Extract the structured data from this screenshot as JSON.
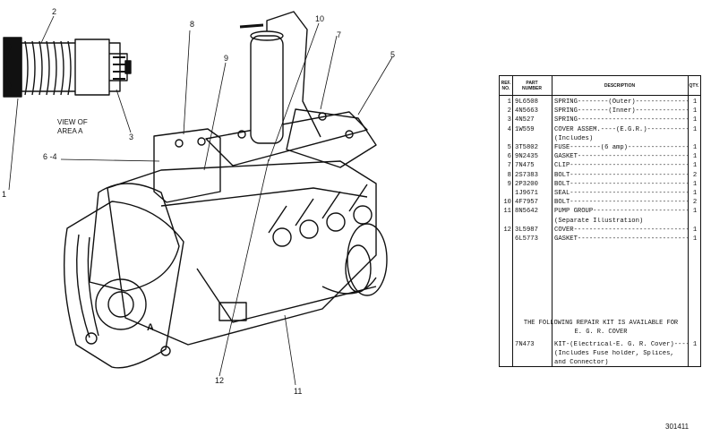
{
  "illustration": {
    "area_caption_line1": "VIEW OF",
    "area_caption_line2": "AREA  A",
    "area_letter": "A",
    "callouts": [
      "1",
      "2",
      "3",
      "6 -4",
      "8",
      "9",
      "10",
      "7",
      "5",
      "12",
      "11"
    ]
  },
  "table": {
    "headers": {
      "ref": "REF.\nNO.",
      "part": "PART\nNUMBER",
      "desc": "DESCRIPTION",
      "qty": "QTY."
    },
    "rows": [
      {
        "ref": "1",
        "part": "9L6508",
        "desc": "SPRING--------(Outer)------------------",
        "qty": "1"
      },
      {
        "ref": "2",
        "part": "4N5663",
        "desc": "SPRING--------(Inner)------------------",
        "qty": "1"
      },
      {
        "ref": "3",
        "part": "4N527",
        "desc": "SPRING---------------------------------",
        "qty": "1"
      },
      {
        "ref": "4",
        "part": "1W559",
        "desc": "COVER ASSEM.----(E.G.R.)--------------",
        "qty": "1"
      },
      {
        "ref": "",
        "part": "",
        "desc": "   (Includes)",
        "qty": ""
      },
      {
        "ref": "5",
        "part": "3T5802",
        "desc": "   FUSE--------(6 amp)----------------",
        "qty": "1"
      },
      {
        "ref": "6",
        "part": "9N2435",
        "desc": "GASKET---------------------------------",
        "qty": "1"
      },
      {
        "ref": "7",
        "part": "7N475",
        "desc": "CLIP-----------------------------------",
        "qty": "1"
      },
      {
        "ref": "8",
        "part": "2S7383",
        "desc": "BOLT-----------------------------------",
        "qty": "2"
      },
      {
        "ref": "9",
        "part": "2P3200",
        "desc": "BOLT-----------------------------------",
        "qty": "1"
      },
      {
        "ref": "",
        "part": "1J9671",
        "desc": "SEAL-----------------------------------",
        "qty": "1"
      },
      {
        "ref": "10",
        "part": "4F7957",
        "desc": "BOLT-----------------------------------",
        "qty": "2"
      },
      {
        "ref": "11",
        "part": "8N5642",
        "desc": "PUMP GROUP------------------------------",
        "qty": "1"
      },
      {
        "ref": "",
        "part": "",
        "desc": "   (Separate Illustration)",
        "qty": ""
      },
      {
        "ref": "12",
        "part": "3L5987",
        "desc": "COVER----------------------------------",
        "qty": "1"
      },
      {
        "ref": "",
        "part": "6L5773",
        "desc": "GASKET---------------------------------",
        "qty": "1"
      }
    ],
    "kit_title_line1": "THE FOLLOWING REPAIR KIT IS AVAILABLE FOR",
    "kit_title_line2": "E. G. R. COVER",
    "kit_rows": [
      {
        "part": "7N473",
        "desc": "KIT-(Electrical-E. G. R. Cover)-------",
        "qty": "1"
      },
      {
        "part": "",
        "desc": "  (Includes Fuse holder,  Splices,",
        "qty": ""
      },
      {
        "part": "",
        "desc": "   and Connector)",
        "qty": ""
      }
    ]
  },
  "footer_code": "301411"
}
